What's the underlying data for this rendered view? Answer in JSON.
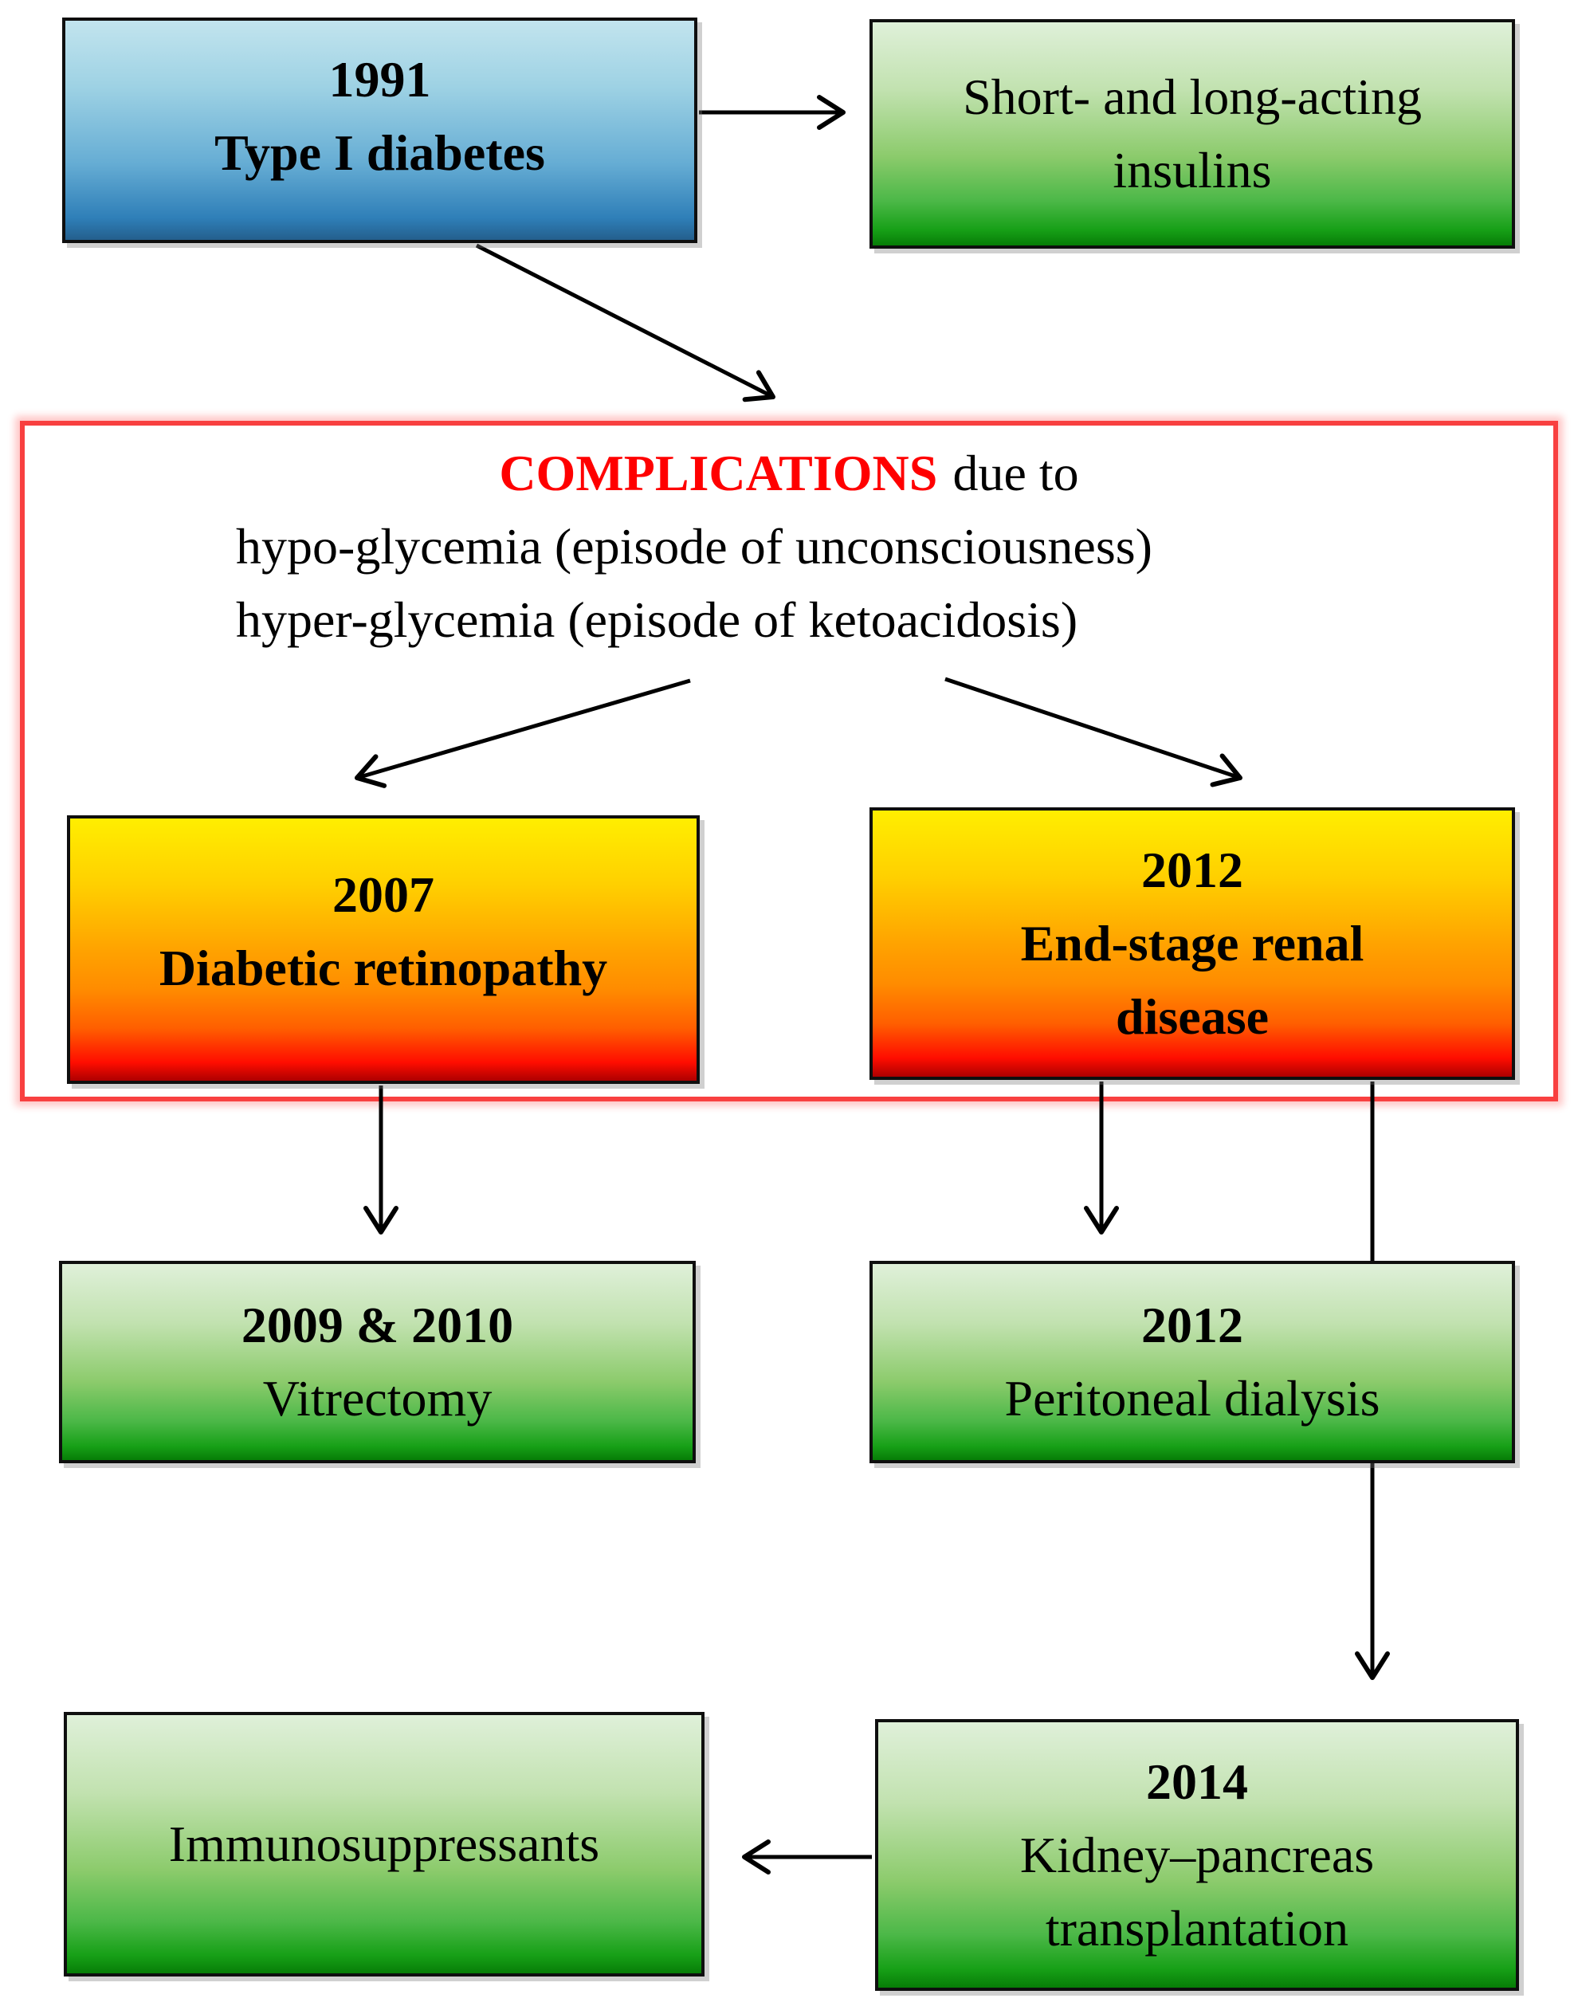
{
  "figure": {
    "kind": "flowchart"
  },
  "palette": {
    "accent_red": "#ff0000",
    "frame_border_red": "#f84040",
    "blue_box_top": "#c2e4ee",
    "blue_box_bottom": "#2f7fb8",
    "green_box_top": "#dff0d9",
    "green_box_bottom": "#077d07",
    "amber_box_top": "#ffee00",
    "amber_box_mid": "#ff8c00",
    "amber_box_bottom": "#ff0000",
    "arrow_black": "#000000"
  },
  "nodes": {
    "diabetes": {
      "line1": "1991",
      "line2": "Type I diabetes"
    },
    "insulins": {
      "line1": "Short- and long-acting",
      "line2": "insulins"
    },
    "complications": {
      "heading_accent": "COMPLICATIONS",
      "heading_rest": "due to",
      "line2": "hypo-glycemia (episode of unconsciousness)",
      "line3": "hyper-glycemia (episode of ketoacidosis)"
    },
    "retinopathy": {
      "line1": "2007",
      "line2": "Diabetic retinopathy"
    },
    "renal": {
      "line1": "2012",
      "line2": "End-stage renal",
      "line3": "disease"
    },
    "vitrectomy": {
      "line1": "2009 & 2010",
      "line2": "Vitrectomy"
    },
    "dialysis": {
      "line1": "2012",
      "line2": "Peritoneal dialysis"
    },
    "transplant": {
      "line1": "2014",
      "line2": "Kidney–pancreas",
      "line3": "transplantation"
    },
    "immunosuppressants": {
      "line1": "Immunosuppressants"
    }
  },
  "edges": [
    {
      "from": "type-1-diabetes",
      "to": "short-and-long-acting-insulins"
    },
    {
      "from": "type-1-diabetes",
      "to": "complications"
    },
    {
      "from": "complications",
      "to": "diabetic-retinopathy"
    },
    {
      "from": "complications",
      "to": "end-stage-renal-disease"
    },
    {
      "from": "diabetic-retinopathy",
      "to": "vitrectomy"
    },
    {
      "from": "end-stage-renal-disease",
      "to": "peritoneal-dialysis"
    },
    {
      "from": "end-stage-renal-disease",
      "to": "kidney-pancreas-transplantation"
    },
    {
      "from": "kidney-pancreas-transplantation",
      "to": "immunosuppressants"
    }
  ]
}
